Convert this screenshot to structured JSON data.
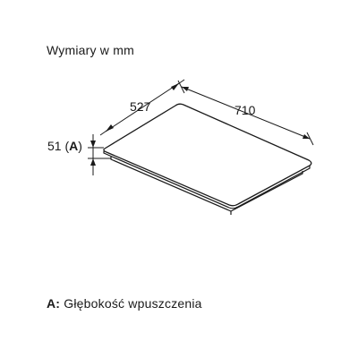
{
  "title": "Wymiary w mm",
  "dimensions": {
    "depth": "527",
    "width": "710",
    "height": "51 (",
    "height_key": "A",
    "height_close": ")"
  },
  "legend": {
    "key": "A:",
    "text": " Głębokość wpuszczenia"
  },
  "colors": {
    "line": "#1a1a1a",
    "background": "#ffffff"
  }
}
